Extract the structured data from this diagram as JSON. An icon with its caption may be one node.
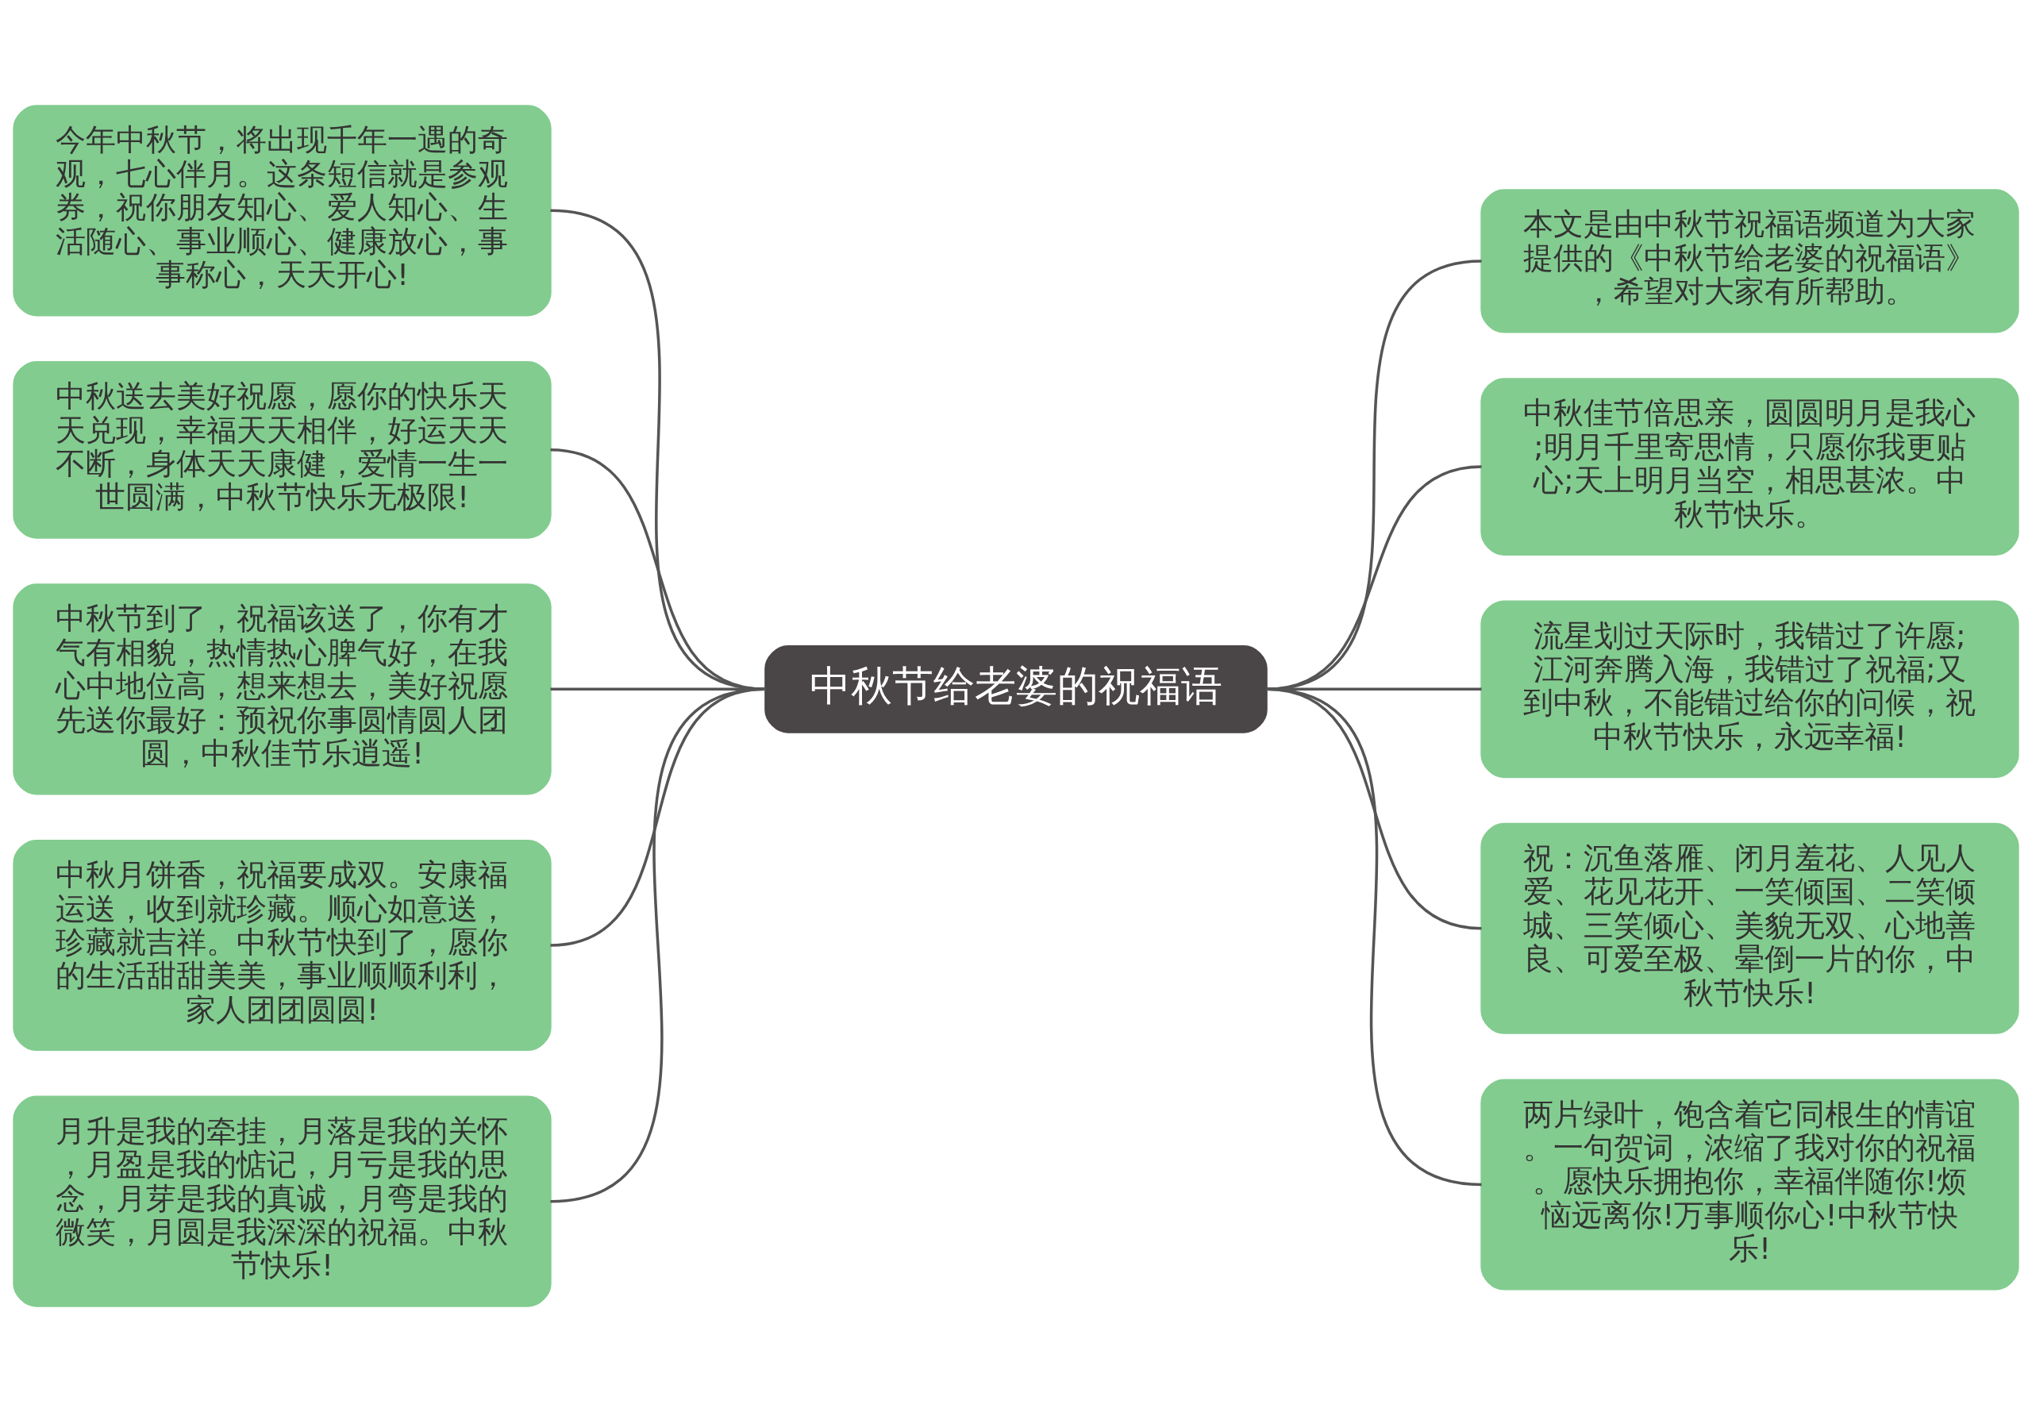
{
  "diagram": {
    "nodes": [
      {
        "text": [
          "中秋节给老婆的祝福语"
        ]
      },
      {
        "text": [
          "今年中秋节，将出现千年一遇的奇观，七心伴月。这条短信就是参观券，祝你朋友知心、爱人知心、生活随心、事业顺心、健康放心，事事称心，天天开心!"
        ]
      },
      {
        "text": [
          "中秋送去美好祝愿，愿你的快乐天天兑现，幸福天天相伴，好运天天不断，身体天天康健，爱情一生一世圆满，中秋节快乐无极限!"
        ]
      },
      {
        "text": [
          "中秋节到了，祝福该送了，你有才气有相貌，热情热心脾气好，在我心中地位高，想来想去，美好祝愿先送你最好：预祝你事圆情圆人团圆，中秋佳节乐逍遥!"
        ]
      },
      {
        "text": [
          "中秋月饼香，祝福要成双。安康福运送，收到就珍藏。顺心如意送，珍藏就吉祥。中秋节快到了，愿你的生活甜甜美美，事业顺顺利利，家人团团圆圆!"
        ]
      },
      {
        "text": [
          "月升是我的牵挂，月落是我的关怀，月盈是我的惦记，月亏是我的思念，月芽是我的真诚，月弯是我的微笑，月圆是我深深的祝福。中秋节快乐!"
        ]
      },
      {
        "text": [
          "本文是由中秋节祝福语频道为大家提供的《中秋节给老婆的祝福语》，希望对大家有所帮助。"
        ]
      },
      {
        "text": [
          "中秋佳节倍思亲，圆圆明月是我心;明月千里寄思情，只愿你我更贴心;天上明月当空，相思甚浓。中秋节快乐。"
        ]
      },
      {
        "text": [
          "流星划过天际时，我错过了许愿;江河奔腾入海，我错过了祝福;又到中秋，不能错过给你的问候，祝中秋节快乐，永远幸福!"
        ]
      },
      {
        "text": [
          "祝：沉鱼落雁、闭月羞花、人见人爱、花见花开、一笑倾国、二笑倾城、三笑倾心、美貌无双、心地善良、可爱至极、晕倒一片的你，中秋节快乐!"
        ]
      },
      {
        "text": [
          "两片绿叶，饱含着它同根生的情谊。一句贺词，浓缩了我对你的祝福。愿快乐拥抱你，幸福伴随你!烦恼远离你!万事顺你心!中秋节快乐!"
        ]
      }
    ],
    "edges": [
      {
        "from": 0,
        "to": 1,
        "arrow": "none"
      },
      {
        "from": 0,
        "to": 2,
        "arrow": "none"
      },
      {
        "from": 0,
        "to": 3,
        "arrow": "none"
      },
      {
        "from": 0,
        "to": 4,
        "arrow": "none"
      },
      {
        "from": 0,
        "to": 5,
        "arrow": "none"
      },
      {
        "from": 0,
        "to": 6,
        "arrow": "none"
      },
      {
        "from": 0,
        "to": 7,
        "arrow": "none"
      },
      {
        "from": 0,
        "to": 8,
        "arrow": "none"
      },
      {
        "from": 0,
        "to": 9,
        "arrow": "none"
      },
      {
        "from": 0,
        "to": 10,
        "arrow": "none"
      }
    ]
  }
}
